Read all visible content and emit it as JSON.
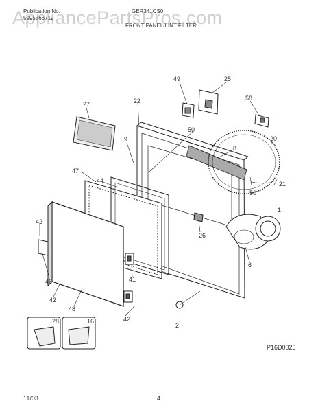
{
  "header": {
    "pub_label": "Publication No.",
    "pub_number": "5995366719",
    "model": "GER341CS0",
    "section": "FRONT PANEL/LINT FILTER"
  },
  "watermark": "AppliancePartsPros.com",
  "diagram_code": "P16D0025",
  "footer": {
    "date": "11/03",
    "page": "4"
  },
  "callouts": {
    "c49": "49",
    "c25": "25",
    "c58": "58",
    "c27": "27",
    "c22": "22",
    "c9": "9",
    "c50a": "50",
    "c8": "8",
    "c20": "20",
    "c47": "47",
    "c44": "44",
    "c21": "21",
    "c50b": "50",
    "c1": "1",
    "c42a": "42",
    "c26": "26",
    "c6": "6",
    "c46": "46",
    "c41": "41",
    "c42b": "42",
    "c48": "48",
    "c2": "2",
    "c42c": "42",
    "c28": "28",
    "c16": "16"
  },
  "colors": {
    "line": "#222222",
    "text": "#222222"
  }
}
